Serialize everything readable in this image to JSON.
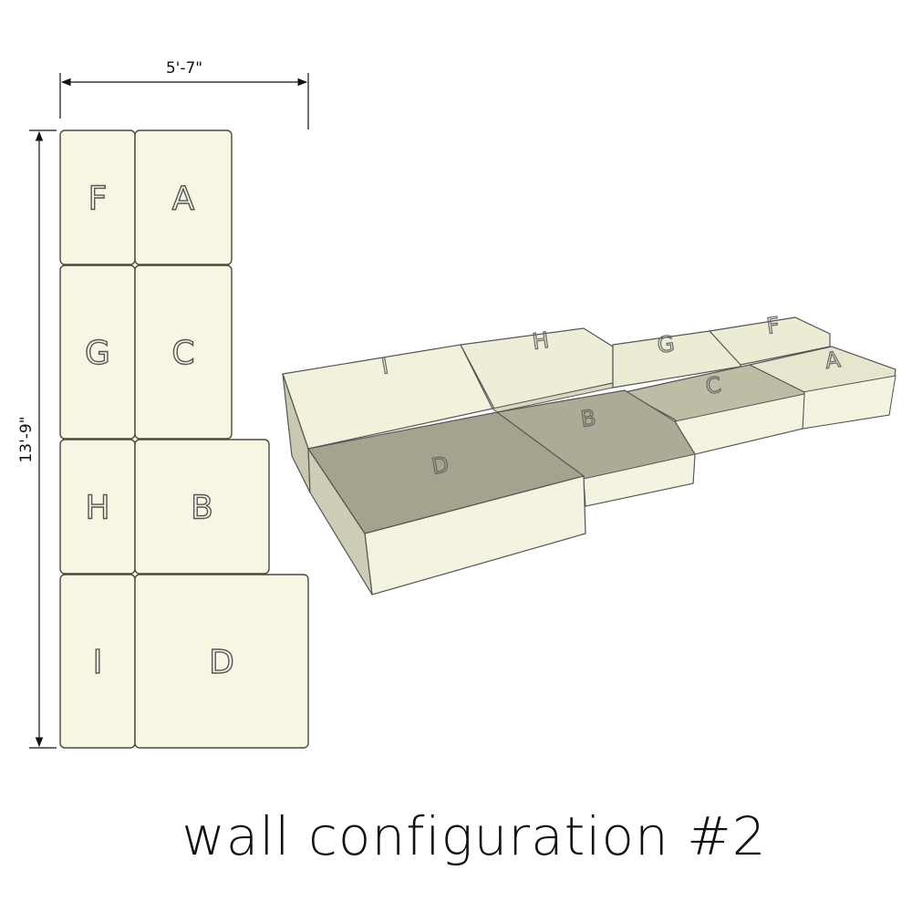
{
  "title": "wall configuration #2",
  "dimensions": {
    "width": "5'-7\"",
    "height": "13'-9\""
  },
  "colors": {
    "block": "#f6f6e2",
    "block_shade": "#a7a792",
    "outline": "#4a4a3c",
    "text": "#111111"
  },
  "plan_blocks": [
    "F",
    "A",
    "G",
    "C",
    "H",
    "B",
    "I",
    "D"
  ],
  "iso_blocks": [
    "I",
    "H",
    "G",
    "F",
    "D",
    "B",
    "C",
    "A"
  ]
}
